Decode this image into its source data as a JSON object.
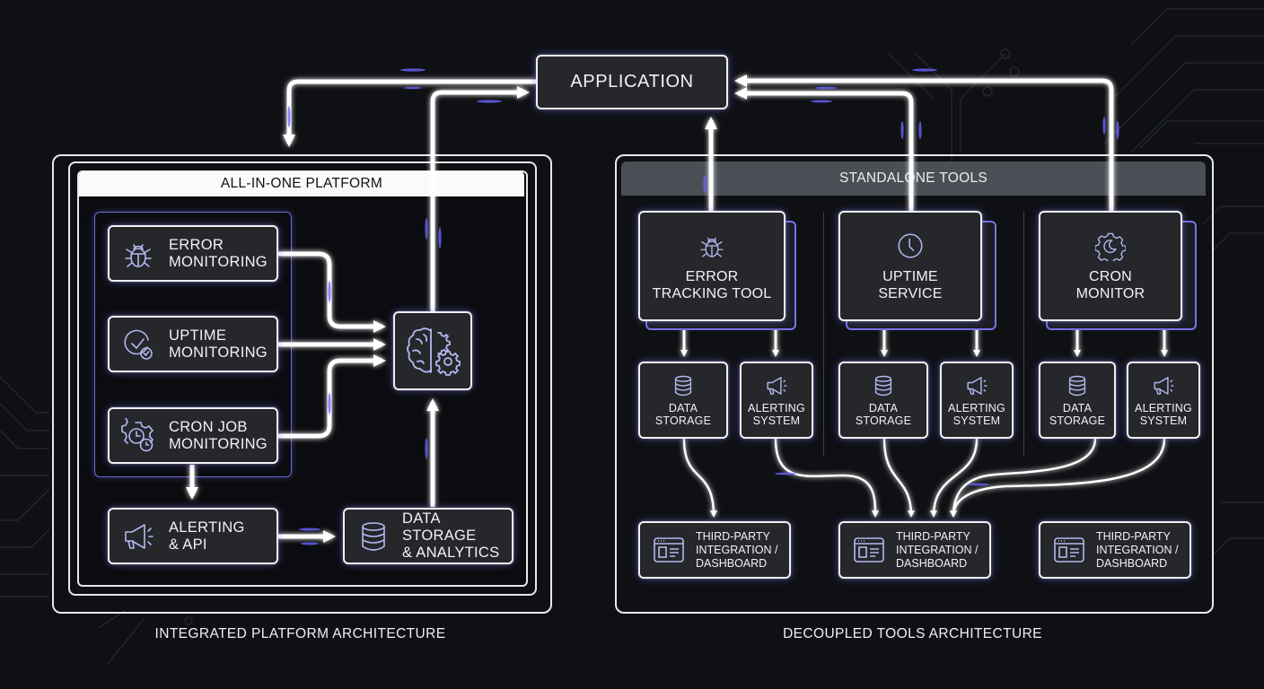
{
  "application": {
    "label": "APPLICATION"
  },
  "integrated": {
    "header": "ALL-IN-ONE PLATFORM",
    "caption": "INTEGRATED PLATFORM ARCHITECTURE",
    "modules": [
      {
        "label_line1": "ERROR",
        "label_line2": "MONITORING",
        "icon": "bug-icon"
      },
      {
        "label_line1": "UPTIME",
        "label_line2": "MONITORING",
        "icon": "uptime-check-icon"
      },
      {
        "label_line1": "CRON JOB",
        "label_line2": "MONITORING",
        "icon": "gear-clock-icon"
      }
    ],
    "core": {
      "icon": "brain-gears-icon"
    },
    "alerting": {
      "label_line1": "ALERTING",
      "label_line2": "& API",
      "icon": "megaphone-icon"
    },
    "storage": {
      "label_line1": "DATA STORAGE",
      "label_line2": "& ANALYTICS",
      "icon": "database-icon"
    }
  },
  "decoupled": {
    "header": "STANDALONE TOOLS",
    "caption": "DECOUPLED TOOLS ARCHITECTURE",
    "tools": [
      {
        "label_line1": "ERROR",
        "label_line2": "TRACKING TOOL",
        "icon": "bug-icon",
        "storage": {
          "line1": "DATA",
          "line2": "STORAGE"
        },
        "alerting": {
          "line1": "ALERTING",
          "line2": "SYSTEM"
        }
      },
      {
        "label_line1": "UPTIME",
        "label_line2": "SERVICE",
        "icon": "clock-icon",
        "storage": {
          "line1": "DATA",
          "line2": "STORAGE"
        },
        "alerting": {
          "line1": "ALERTING",
          "line2": "SYSTEM"
        }
      },
      {
        "label_line1": "CRON",
        "label_line2": "MONITOR",
        "icon": "gear-moon-icon",
        "storage": {
          "line1": "DATA",
          "line2": "STORAGE"
        },
        "alerting": {
          "line1": "ALERTING",
          "line2": "SYSTEM"
        }
      }
    ],
    "integrations": [
      {
        "line1": "THIRD-PARTY",
        "line2": "INTEGRATION /",
        "line3": "DASHBOARD"
      },
      {
        "line1": "THIRD-PARTY",
        "line2": "INTEGRATION /",
        "line3": "DASHBOARD"
      },
      {
        "line1": "THIRD-PARTY",
        "line2": "INTEGRATION /",
        "line3": "DASHBOARD"
      }
    ]
  },
  "colors": {
    "background": "#0e1013",
    "box_fill": "#25272b",
    "stroke": "#f0f0f2",
    "accent_glow": "#7a72e8",
    "icon": "#b8b6f0",
    "standalone_header": "#4a4f55"
  }
}
